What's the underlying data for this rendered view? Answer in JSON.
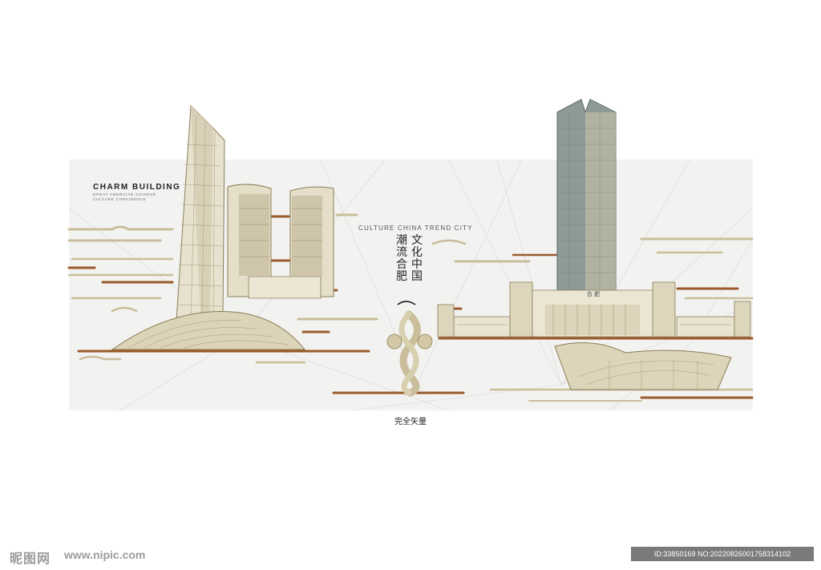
{
  "header": {
    "title": "CHARM BUILDING",
    "subtitle_line1": "GREAT AMERICAN CHINESE",
    "subtitle_line2": "CULTURE CONFIDENCE"
  },
  "center": {
    "english": "CULTURE CHINA TREND CITY",
    "vertical_right": "文化中国",
    "vertical_left": "潮流合肥"
  },
  "station_sign": "合  肥",
  "caption": "完全矢量",
  "watermark": {
    "logo": "昵图网",
    "url": "www.nipic.com",
    "id_text": "ID:33850169 NO:20220826001758314102"
  },
  "colors": {
    "panel": "#f2f2f1",
    "gold": "#c9bd9a",
    "gold_dark": "#8a7d55",
    "brown": "#9a5a2a",
    "glass": "#7e8b88"
  },
  "icons": [
    "skyscraper-illustration",
    "twin-tower-illustration",
    "dome-illustration",
    "sculpture-illustration",
    "railway-station-illustration",
    "stadium-illustration"
  ]
}
